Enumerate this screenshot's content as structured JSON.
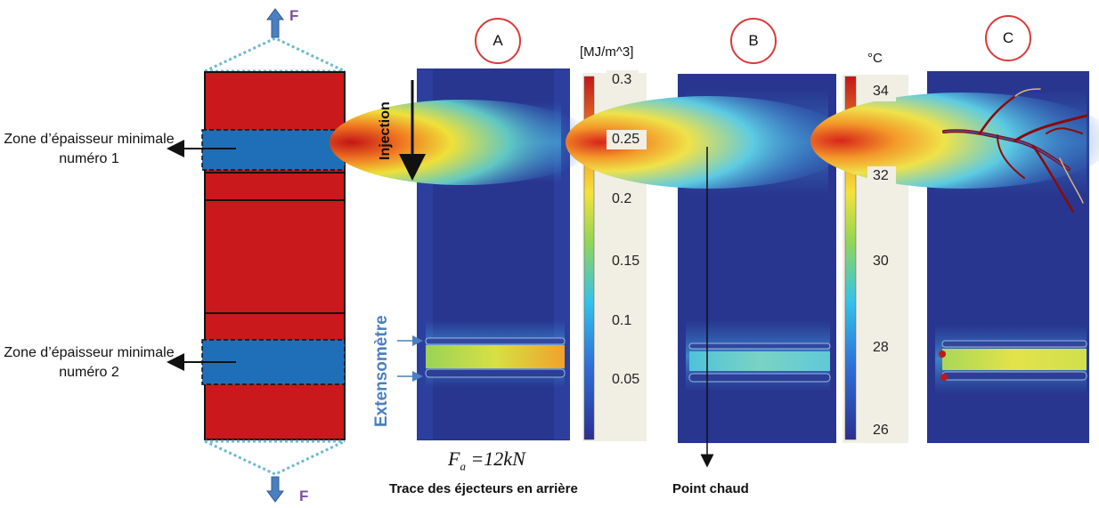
{
  "specimen": {
    "force_label": "F",
    "zone1_label": "Zone  d’épaisseur minimale numéro 1",
    "zone2_label": "Zone  d’épaisseur minimale numéro 2"
  },
  "panels": [
    {
      "id": "A",
      "colorbar_unit": "[MJ/m^3]",
      "ticks": [
        "0.3",
        "0.25",
        "0.2",
        "0.15",
        "0.1",
        "0.05"
      ]
    },
    {
      "id": "B",
      "colorbar_unit": "°C",
      "ticks": [
        "34",
        "32",
        "30",
        "28",
        "26"
      ]
    },
    {
      "id": "C"
    }
  ],
  "annotations": {
    "injection": "Injection",
    "extensometre": "Extensomètre",
    "force_equation": "F",
    "force_subscript": "a",
    "force_value": " =12kN",
    "ejector_trace": "Trace des éjecteurs en arrière",
    "hot_spot": "Point chaud"
  },
  "colors": {
    "specimen_red": "#c9191d",
    "zone_blue": "#1f6fb8",
    "arrow_blue": "#4a7fc1",
    "circle_red": "#d93a3a",
    "background_dark": "#26328c"
  }
}
